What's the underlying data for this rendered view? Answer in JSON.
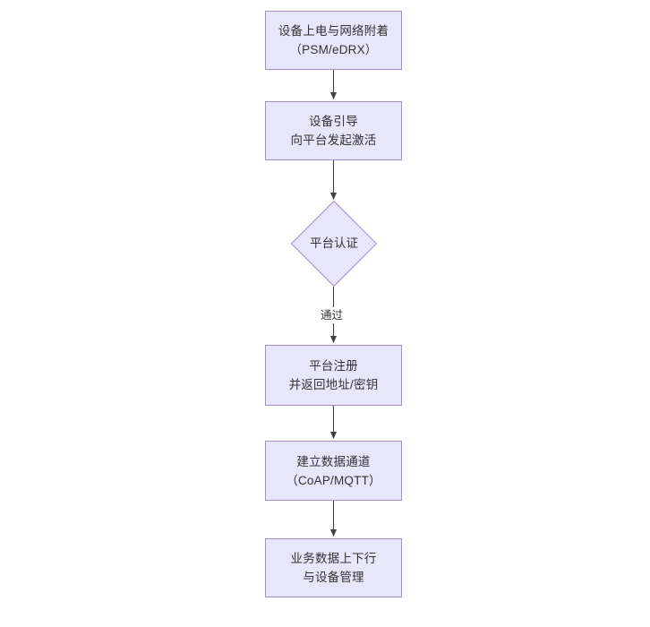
{
  "diagram": {
    "type": "flowchart",
    "orientation": "top-to-bottom",
    "title": "",
    "theme": {
      "node_fill": "#e8e6fa",
      "node_border": "#a78bd0",
      "text_color": "#333333",
      "edge_color": "#3f3f46",
      "background": "#ffffff"
    },
    "nodes": [
      {
        "id": "power-on",
        "shape": "rect",
        "label": "设备上电与网络附着\n（PSM/eDRX）"
      },
      {
        "id": "bootstrap",
        "shape": "rect",
        "label": "设备引导\n向平台发起激活"
      },
      {
        "id": "auth",
        "shape": "diamond",
        "label": "平台认证"
      },
      {
        "id": "register",
        "shape": "rect",
        "label": "平台注册\n并返回地址/密钥"
      },
      {
        "id": "channel",
        "shape": "rect",
        "label": "建立数据通道\n（CoAP/MQTT）"
      },
      {
        "id": "data-mgmt",
        "shape": "rect",
        "label": "业务数据上下行\n与设备管理"
      }
    ],
    "edges": [
      {
        "from": "power-on",
        "to": "bootstrap",
        "label": ""
      },
      {
        "from": "bootstrap",
        "to": "auth",
        "label": ""
      },
      {
        "from": "auth",
        "to": "register",
        "label": "通过"
      },
      {
        "from": "register",
        "to": "channel",
        "label": ""
      },
      {
        "from": "channel",
        "to": "data-mgmt",
        "label": ""
      }
    ]
  }
}
